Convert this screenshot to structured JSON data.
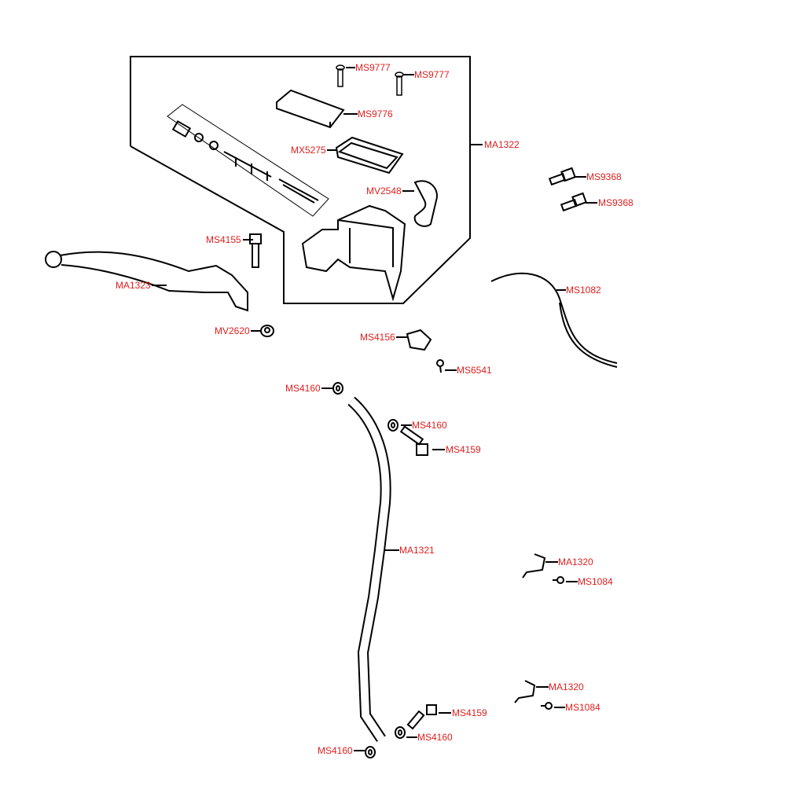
{
  "labels": {
    "ms9777_a": "MS9777",
    "ms9777_b": "MS9777",
    "ms9776": "MS9776",
    "mx5275": "MX5275",
    "ma1322": "MA1322",
    "mv2548": "MV2548",
    "ms9368_a": "MS9368",
    "ms9368_b": "MS9368",
    "ms4155": "MS4155",
    "ma1323": "MA1323",
    "ms1082": "MS1082",
    "mv2620": "MV2620",
    "ms4156": "MS4156",
    "ms6541": "MS6541",
    "ms4160_a": "MS4160",
    "ms4160_b": "MS4160",
    "ms4159_a": "MS4159",
    "ma1321": "MA1321",
    "ma1320_a": "MA1320",
    "ms1084_a": "MS1084",
    "ma1320_b": "MA1320",
    "ms1084_b": "MS1084",
    "ms4159_b": "MS4159",
    "ms4160_c": "MS4160",
    "ms4160_d": "MS4160"
  },
  "colors": {
    "label": "#e01e1e",
    "line": "#000000"
  }
}
